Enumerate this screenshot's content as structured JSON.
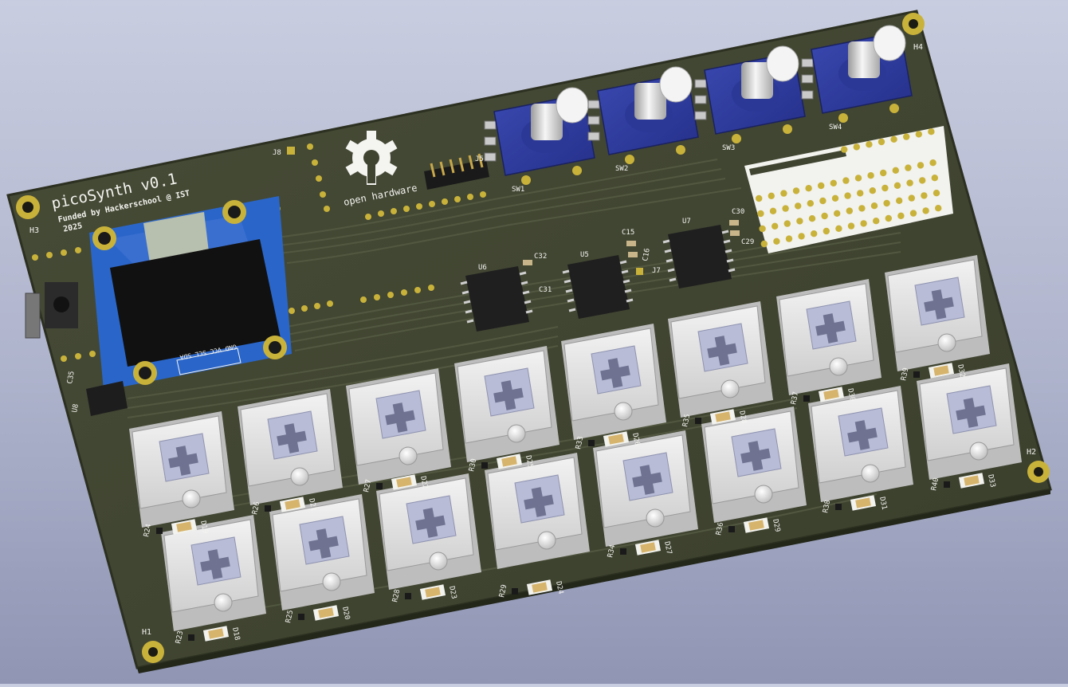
{
  "viewer": {
    "background_top": "#c9cde0",
    "background_bottom": "#8f95b3"
  },
  "board": {
    "color": "#3f4430",
    "title": "picoSynth v0.1",
    "funding": "Funded by Hackerschool @ IST",
    "year": "2025",
    "logo_text": "open hardware",
    "oled_pins": "GND VCC SCL SDA"
  },
  "mount_holes": [
    "H1",
    "H2",
    "H3",
    "H4"
  ],
  "encoders": [
    "SW1",
    "SW2",
    "SW3",
    "SW4"
  ],
  "ics": [
    "U5",
    "U6",
    "U7",
    "U8"
  ],
  "connectors": [
    "J5",
    "J7",
    "J8"
  ],
  "capacitors": [
    "C15",
    "C16",
    "C29",
    "C30",
    "C31",
    "C32",
    "C35"
  ],
  "key_labels": {
    "top_row_res": [
      "R27",
      "R30",
      "R33",
      "R35",
      "R37",
      "R39"
    ],
    "top_row_led": [
      "D22",
      "D25",
      "D26",
      "D28",
      "D30",
      "D32"
    ],
    "mid_row_res": [
      "R24",
      "R26",
      "R29",
      "R34",
      "R36",
      "R38",
      "R40"
    ],
    "mid_row_led": [
      "D19",
      "D21",
      "D24",
      "D27",
      "D29",
      "D31",
      "D33"
    ],
    "bot_row_res": [
      "R23",
      "R25",
      "R28"
    ],
    "bot_row_led": [
      "D18",
      "D20",
      "D23"
    ]
  }
}
